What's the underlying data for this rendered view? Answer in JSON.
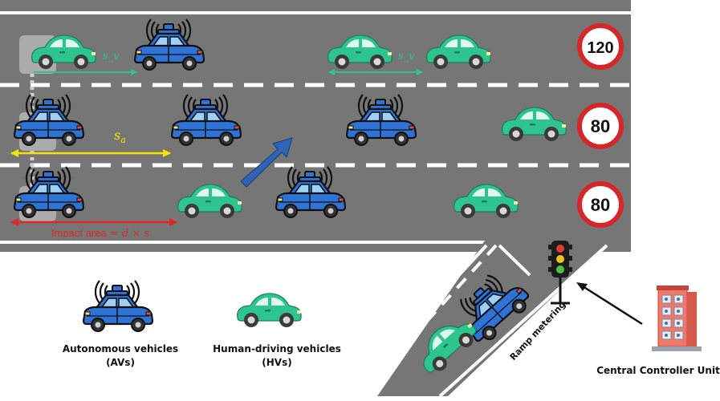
{
  "speed_limits": {
    "lane1": "120",
    "lane2": "80",
    "lane3": "80"
  },
  "annotations": {
    "gap_sv_1": "s_v",
    "gap_sv_2": "s_v",
    "gap_sa_main": "s",
    "gap_sa_sub": "a",
    "impact_prefix": "Impact area",
    "impact_equals": " = ",
    "impact_d": "d",
    "impact_times": " × ",
    "impact_s": "s"
  },
  "legend": {
    "av_label_line1": "Autonomous vehicles",
    "av_label_line2": "(AVs)",
    "hv_label_line1": "Human-driving vehicles",
    "hv_label_line2": "(HVs)"
  },
  "ramp_label": "Ramp metering",
  "controller_label": "Central Controller Unit",
  "colors": {
    "road": "#767676",
    "av": "#2f73d6",
    "hv": "#2ec48e",
    "gap_sv": "#2ec48e",
    "gap_sa": "#f2e600",
    "impact": "#e0262a",
    "sign_ring": "#d6262a",
    "arrow": "#2e63b6"
  }
}
